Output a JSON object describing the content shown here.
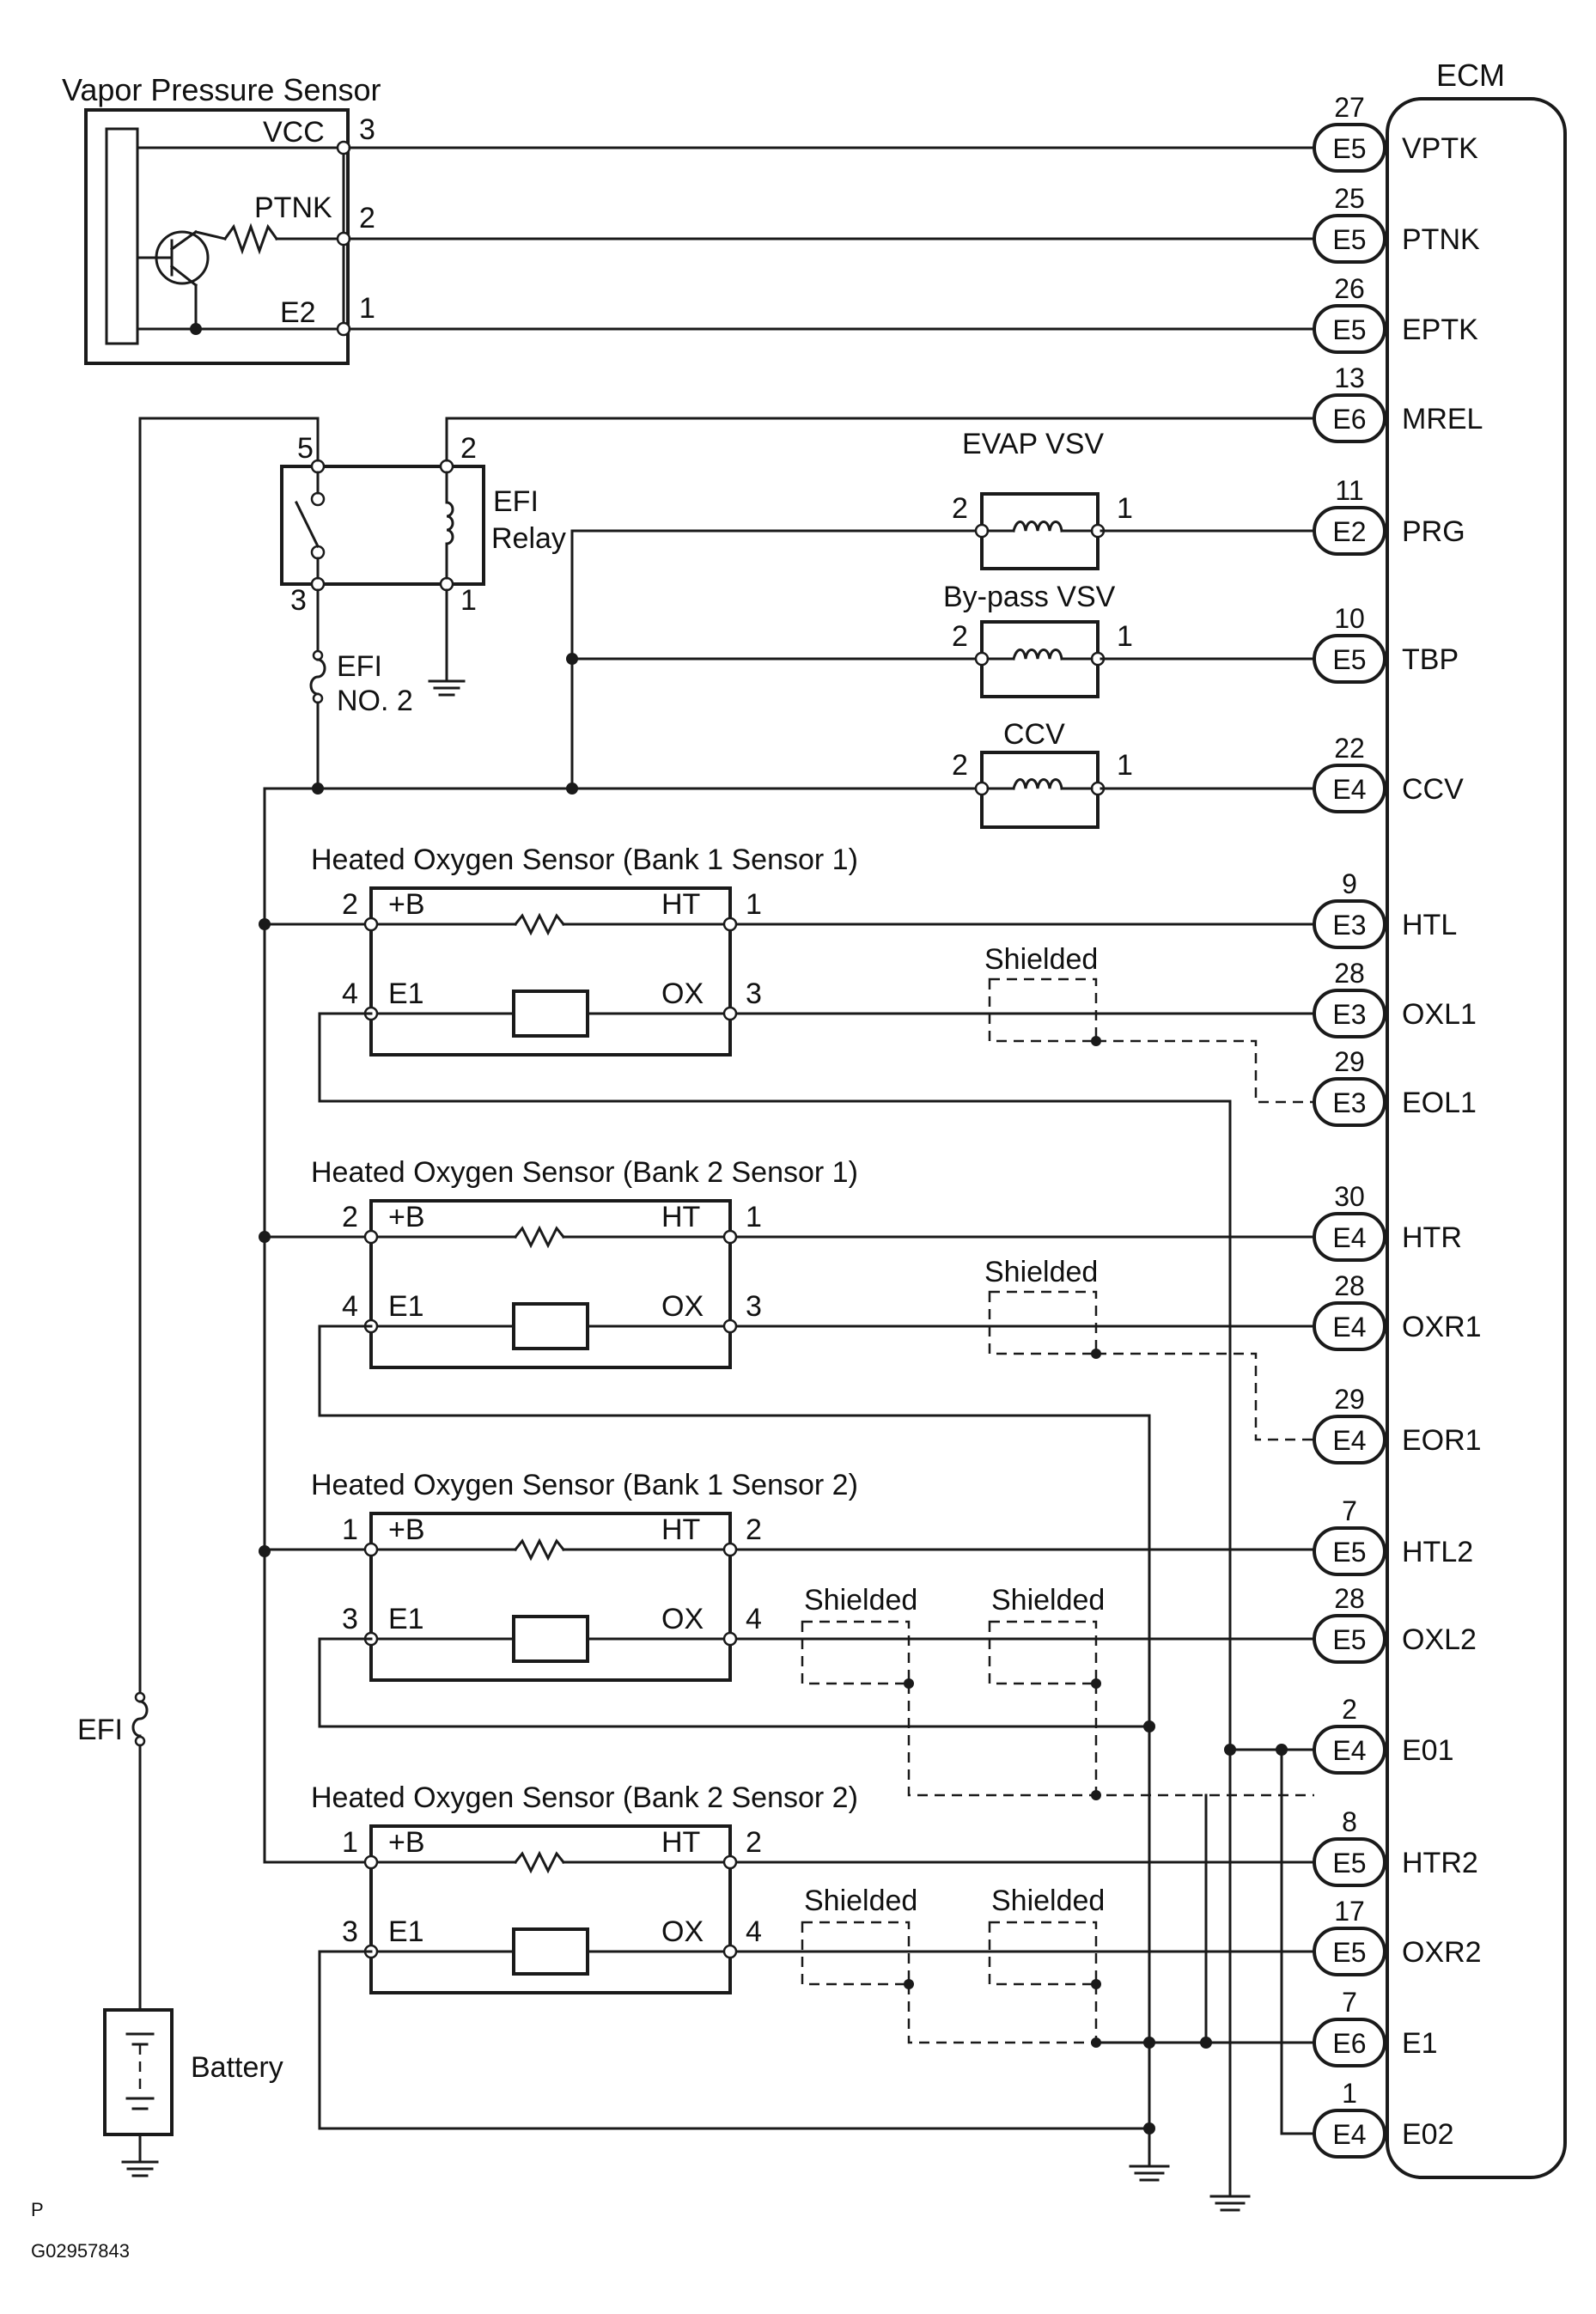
{
  "diagram": {
    "ecm": {
      "label": "ECM",
      "pins": [
        {
          "num": "27",
          "conn": "E5",
          "name": "VPTK"
        },
        {
          "num": "25",
          "conn": "E5",
          "name": "PTNK"
        },
        {
          "num": "26",
          "conn": "E5",
          "name": "EPTK"
        },
        {
          "num": "13",
          "conn": "E6",
          "name": "MREL"
        },
        {
          "num": "11",
          "conn": "E2",
          "name": "PRG"
        },
        {
          "num": "10",
          "conn": "E5",
          "name": "TBP"
        },
        {
          "num": "22",
          "conn": "E4",
          "name": "CCV"
        },
        {
          "num": "9",
          "conn": "E3",
          "name": "HTL"
        },
        {
          "num": "28",
          "conn": "E3",
          "name": "OXL1"
        },
        {
          "num": "29",
          "conn": "E3",
          "name": "EOL1"
        },
        {
          "num": "30",
          "conn": "E4",
          "name": "HTR"
        },
        {
          "num": "28",
          "conn": "E4",
          "name": "OXR1"
        },
        {
          "num": "29",
          "conn": "E4",
          "name": "EOR1"
        },
        {
          "num": "7",
          "conn": "E5",
          "name": "HTL2"
        },
        {
          "num": "28",
          "conn": "E5",
          "name": "OXL2"
        },
        {
          "num": "2",
          "conn": "E4",
          "name": "E01"
        },
        {
          "num": "8",
          "conn": "E5",
          "name": "HTR2"
        },
        {
          "num": "17",
          "conn": "E5",
          "name": "OXR2"
        },
        {
          "num": "7",
          "conn": "E6",
          "name": "E1"
        },
        {
          "num": "1",
          "conn": "E4",
          "name": "E02"
        }
      ]
    },
    "vapor_sensor": {
      "title": "Vapor Pressure Sensor",
      "terminals": [
        {
          "label": "VCC",
          "pin": "3"
        },
        {
          "label": "PTNK",
          "pin": "2"
        },
        {
          "label": "E2",
          "pin": "1"
        }
      ]
    },
    "efi_relay": {
      "label_1": "EFI",
      "label_2": "Relay",
      "pin_5": "5",
      "pin_2": "2",
      "pin_3": "3",
      "pin_1": "1"
    },
    "efi_no2": {
      "label_1": "EFI",
      "label_2": "NO. 2"
    },
    "efi_fuse": {
      "label": "EFI"
    },
    "battery": {
      "label": "Battery"
    },
    "vsvs": [
      {
        "label": "EVAP VSV",
        "pin_left": "2",
        "pin_right": "1"
      },
      {
        "label": "By-pass  VSV",
        "pin_left": "2",
        "pin_right": "1"
      },
      {
        "label": "CCV",
        "pin_left": "2",
        "pin_right": "1"
      }
    ],
    "o2_sensors": [
      {
        "title": "Heated Oxygen Sensor (Bank 1 Sensor 1)",
        "pin_b": "2",
        "pin_ht": "1",
        "pin_e1": "4",
        "pin_ox": "3"
      },
      {
        "title": "Heated Oxygen Sensor (Bank 2 Sensor 1)",
        "pin_b": "2",
        "pin_ht": "1",
        "pin_e1": "4",
        "pin_ox": "3"
      },
      {
        "title": "Heated Oxygen Sensor (Bank 1 Sensor 2)",
        "pin_b": "1",
        "pin_ht": "2",
        "pin_e1": "3",
        "pin_ox": "4"
      },
      {
        "title": "Heated Oxygen Sensor (Bank 2 Sensor 2)",
        "pin_b": "1",
        "pin_ht": "2",
        "pin_e1": "3",
        "pin_ox": "4"
      }
    ],
    "sensor_terminal_labels": {
      "b": "+B",
      "ht": "HT",
      "e1": "E1",
      "ox": "OX"
    },
    "shield_label": "Shielded",
    "footer": {
      "letter": "P",
      "code": "G02957843"
    }
  }
}
